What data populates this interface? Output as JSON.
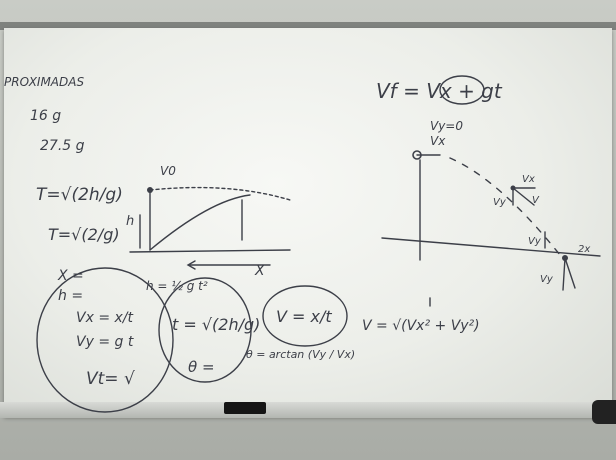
{
  "board": {
    "header": "PROXIMADAS",
    "values": [
      "16 g",
      "27.5 g"
    ],
    "formula_t1": "T=√(2h/g)",
    "formula_t2": "T=√(2/g)",
    "vf_formula": "Vf = Vx + gt",
    "vy_zero": "Vy=0",
    "vx_top": "Vx",
    "lbl_v0": "V0",
    "lbl_h": "h",
    "lbl_x": "X",
    "h_formula": "h = ½ g t²",
    "list_x": "X =",
    "list_h": "h =",
    "vx_formula": "Vx = x/t",
    "vy_formula": "Vy = g t",
    "vt": "Vt= √",
    "t_formula": "t = √(2h/g)",
    "v_formula": "V = x/t",
    "theta": "θ =",
    "theta_formula": "θ = arctan (Vy / Vx)",
    "v_mag": "V = √(Vx² + Vy²)",
    "vec_vx": "Vx",
    "vec_vy": "Vy",
    "vec_v": "V",
    "vec_vy2": "Vy",
    "vec_2x": "2x",
    "vec_vy3": "Vy"
  }
}
